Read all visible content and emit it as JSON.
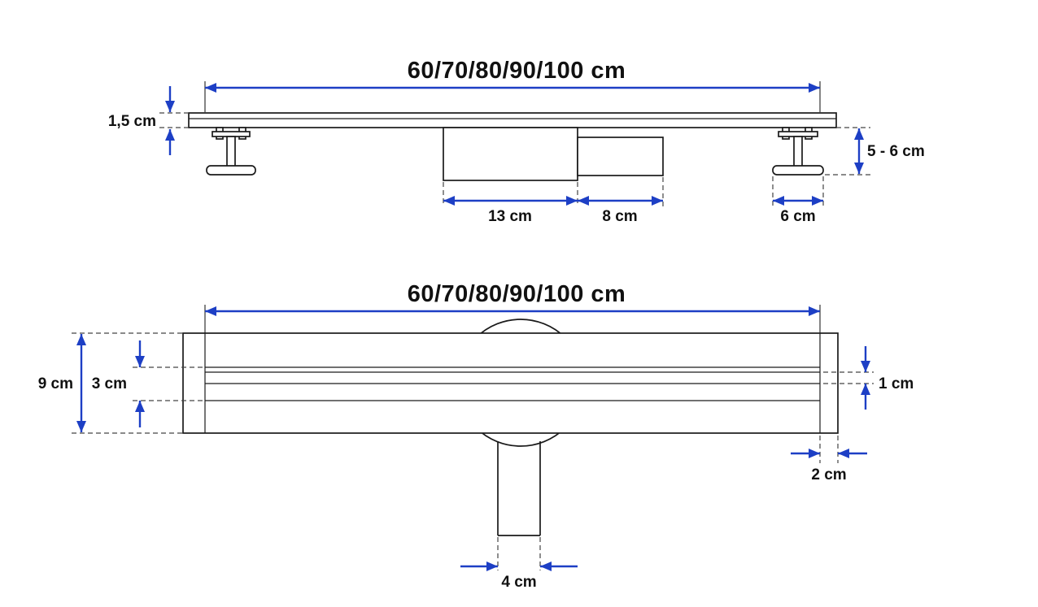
{
  "colors": {
    "dimension": "#1d3fc5",
    "drawing": "#1a1a1a",
    "label": "#111111",
    "background": "#ffffff"
  },
  "side_view": {
    "length": "60/70/80/90/100 cm",
    "grate_height": "1,5 cm",
    "install_height": "5 - 6 cm",
    "trap_length": "13 cm",
    "outlet_length": "8 cm",
    "foot_width": "6 cm"
  },
  "plan_view": {
    "length": "60/70/80/90/100 cm",
    "body_width": "9 cm",
    "grate_width": "3 cm",
    "slot_width": "1 cm",
    "flange_offset": "2 cm",
    "pipe_diameter": "4 cm"
  }
}
